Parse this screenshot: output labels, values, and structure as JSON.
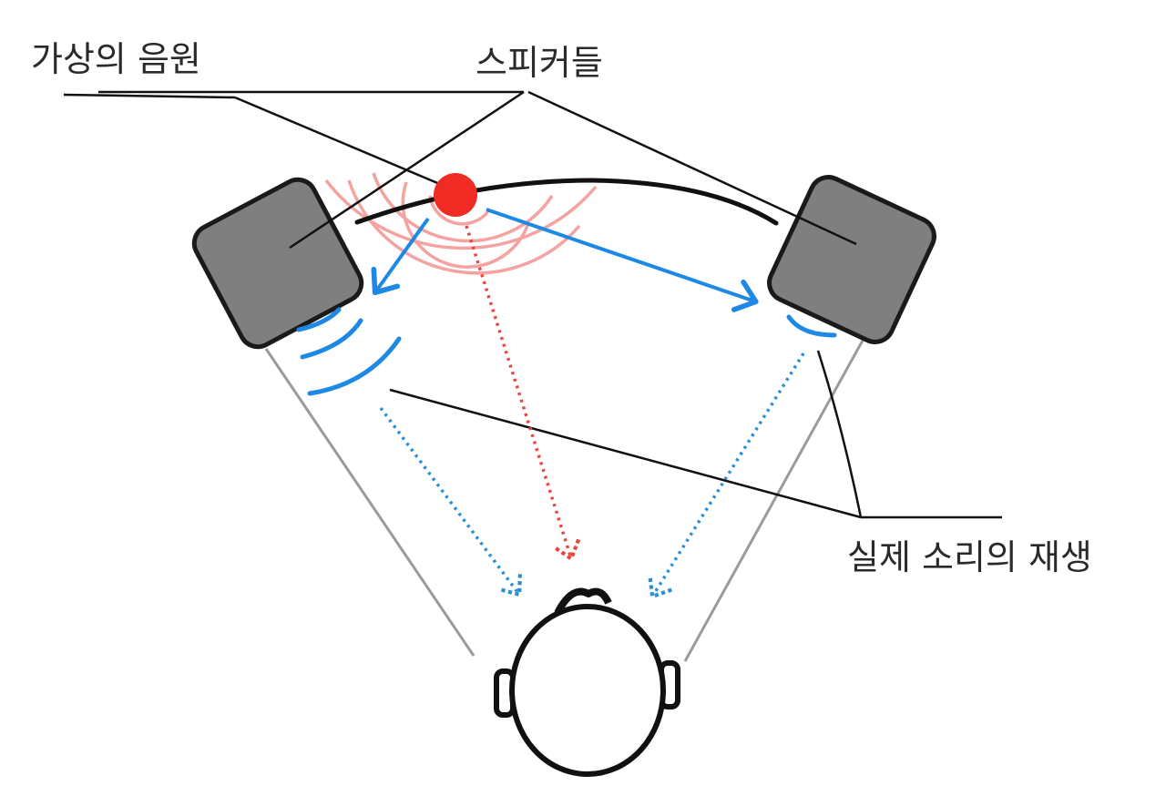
{
  "labels": {
    "virtual_source": "가상의 음원",
    "speakers": "스피커들",
    "real_playback": "실제 소리의 재생"
  },
  "colors": {
    "virtual_source": "#ef2b23",
    "wave_rings": "#f4a3a0",
    "direct_arrows": "#1e88e5",
    "dotted_blue": "#2b8fd6",
    "dotted_red": "#e8473f",
    "speaker_fill": "#7f7f7f",
    "leader_lines": "#111111",
    "guide_lines": "#9a9a9a"
  }
}
